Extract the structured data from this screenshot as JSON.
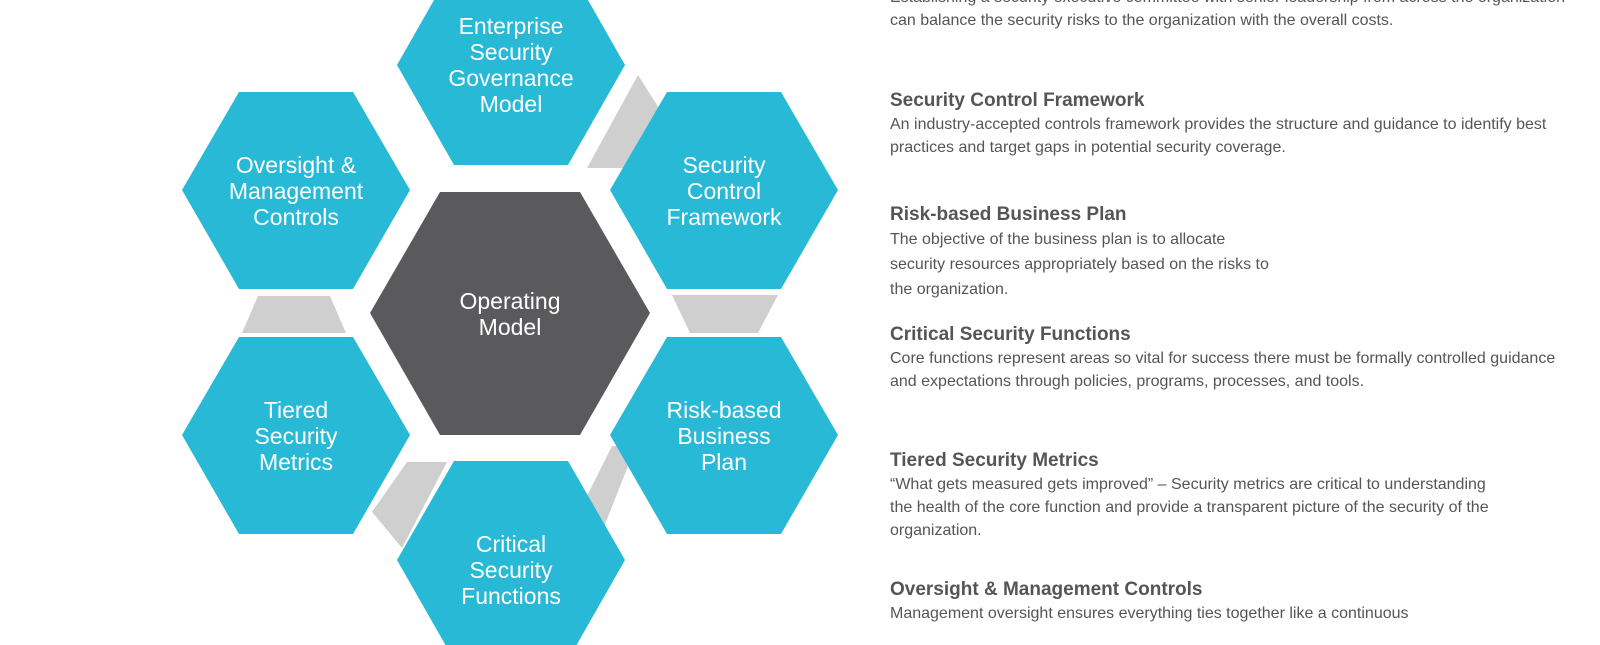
{
  "colors": {
    "hex": "#27b9d6",
    "center": "#5a5a5c",
    "connector": "#cfcfcf",
    "text": "#555555"
  },
  "diagram": {
    "center": "Operating\nModel",
    "hexes": [
      {
        "id": "governance",
        "label": "Enterprise\nSecurity\nGovernance\nModel"
      },
      {
        "id": "framework",
        "label": "Security\nControl\nFramework"
      },
      {
        "id": "business-plan",
        "label": "Risk-based\nBusiness\nPlan"
      },
      {
        "id": "functions",
        "label": "Critical\nSecurity\nFunctions"
      },
      {
        "id": "metrics",
        "label": "Tiered\nSecurity\nMetrics"
      },
      {
        "id": "oversight",
        "label": "Oversight &\nManagement\nControls"
      }
    ]
  },
  "descriptions": [
    {
      "title": "",
      "text": "Establishing a security executive committee with senior leadership from across the organization can balance the security risks to the organization with the overall costs."
    },
    {
      "title": "Security Control Framework",
      "text": "An industry-accepted controls framework provides the structure and guidance to identify best practices and target gaps in potential security coverage."
    },
    {
      "title": "Risk-based Business Plan",
      "text": "The objective of the business plan is to allocate security resources appropriately based on the risks to the organization."
    },
    {
      "title": "Critical Security Functions",
      "text": "Core functions represent areas so vital for success there must be formally controlled guidance and expectations through policies, programs, processes, and tools."
    },
    {
      "title": "Tiered Security Metrics",
      "text": "“What gets measured gets improved” – Security metrics are critical to understanding the health of the core function and provide a transparent picture of the security of the organization."
    },
    {
      "title": "Oversight & Management Controls",
      "text": "Management oversight ensures everything ties together like a continuous"
    }
  ]
}
